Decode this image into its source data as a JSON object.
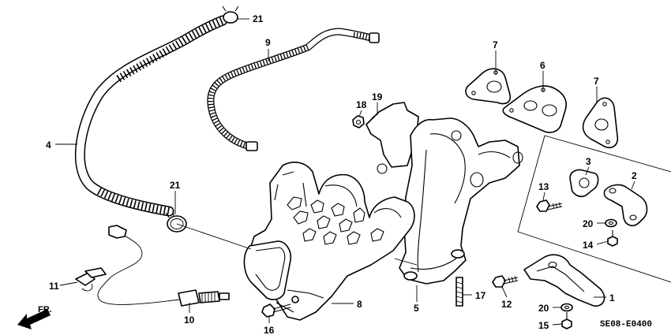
{
  "diagram": {
    "callouts": {
      "c21_top": "21",
      "c9": "9",
      "c7_left": "7",
      "c6": "6",
      "c7_right": "7",
      "c18": "18",
      "c19": "19",
      "c4": "4",
      "c21_mid": "21",
      "c3": "3",
      "c2": "2",
      "c13": "13",
      "c20_top": "20",
      "c14": "14",
      "c11": "11",
      "c10": "10",
      "c16": "16",
      "c8": "8",
      "c5": "5",
      "c17": "17",
      "c12": "12",
      "c1": "1",
      "c20_bottom": "20",
      "c15": "15"
    },
    "front_label": "FR.",
    "diagram_code": "SE08-E0400"
  }
}
